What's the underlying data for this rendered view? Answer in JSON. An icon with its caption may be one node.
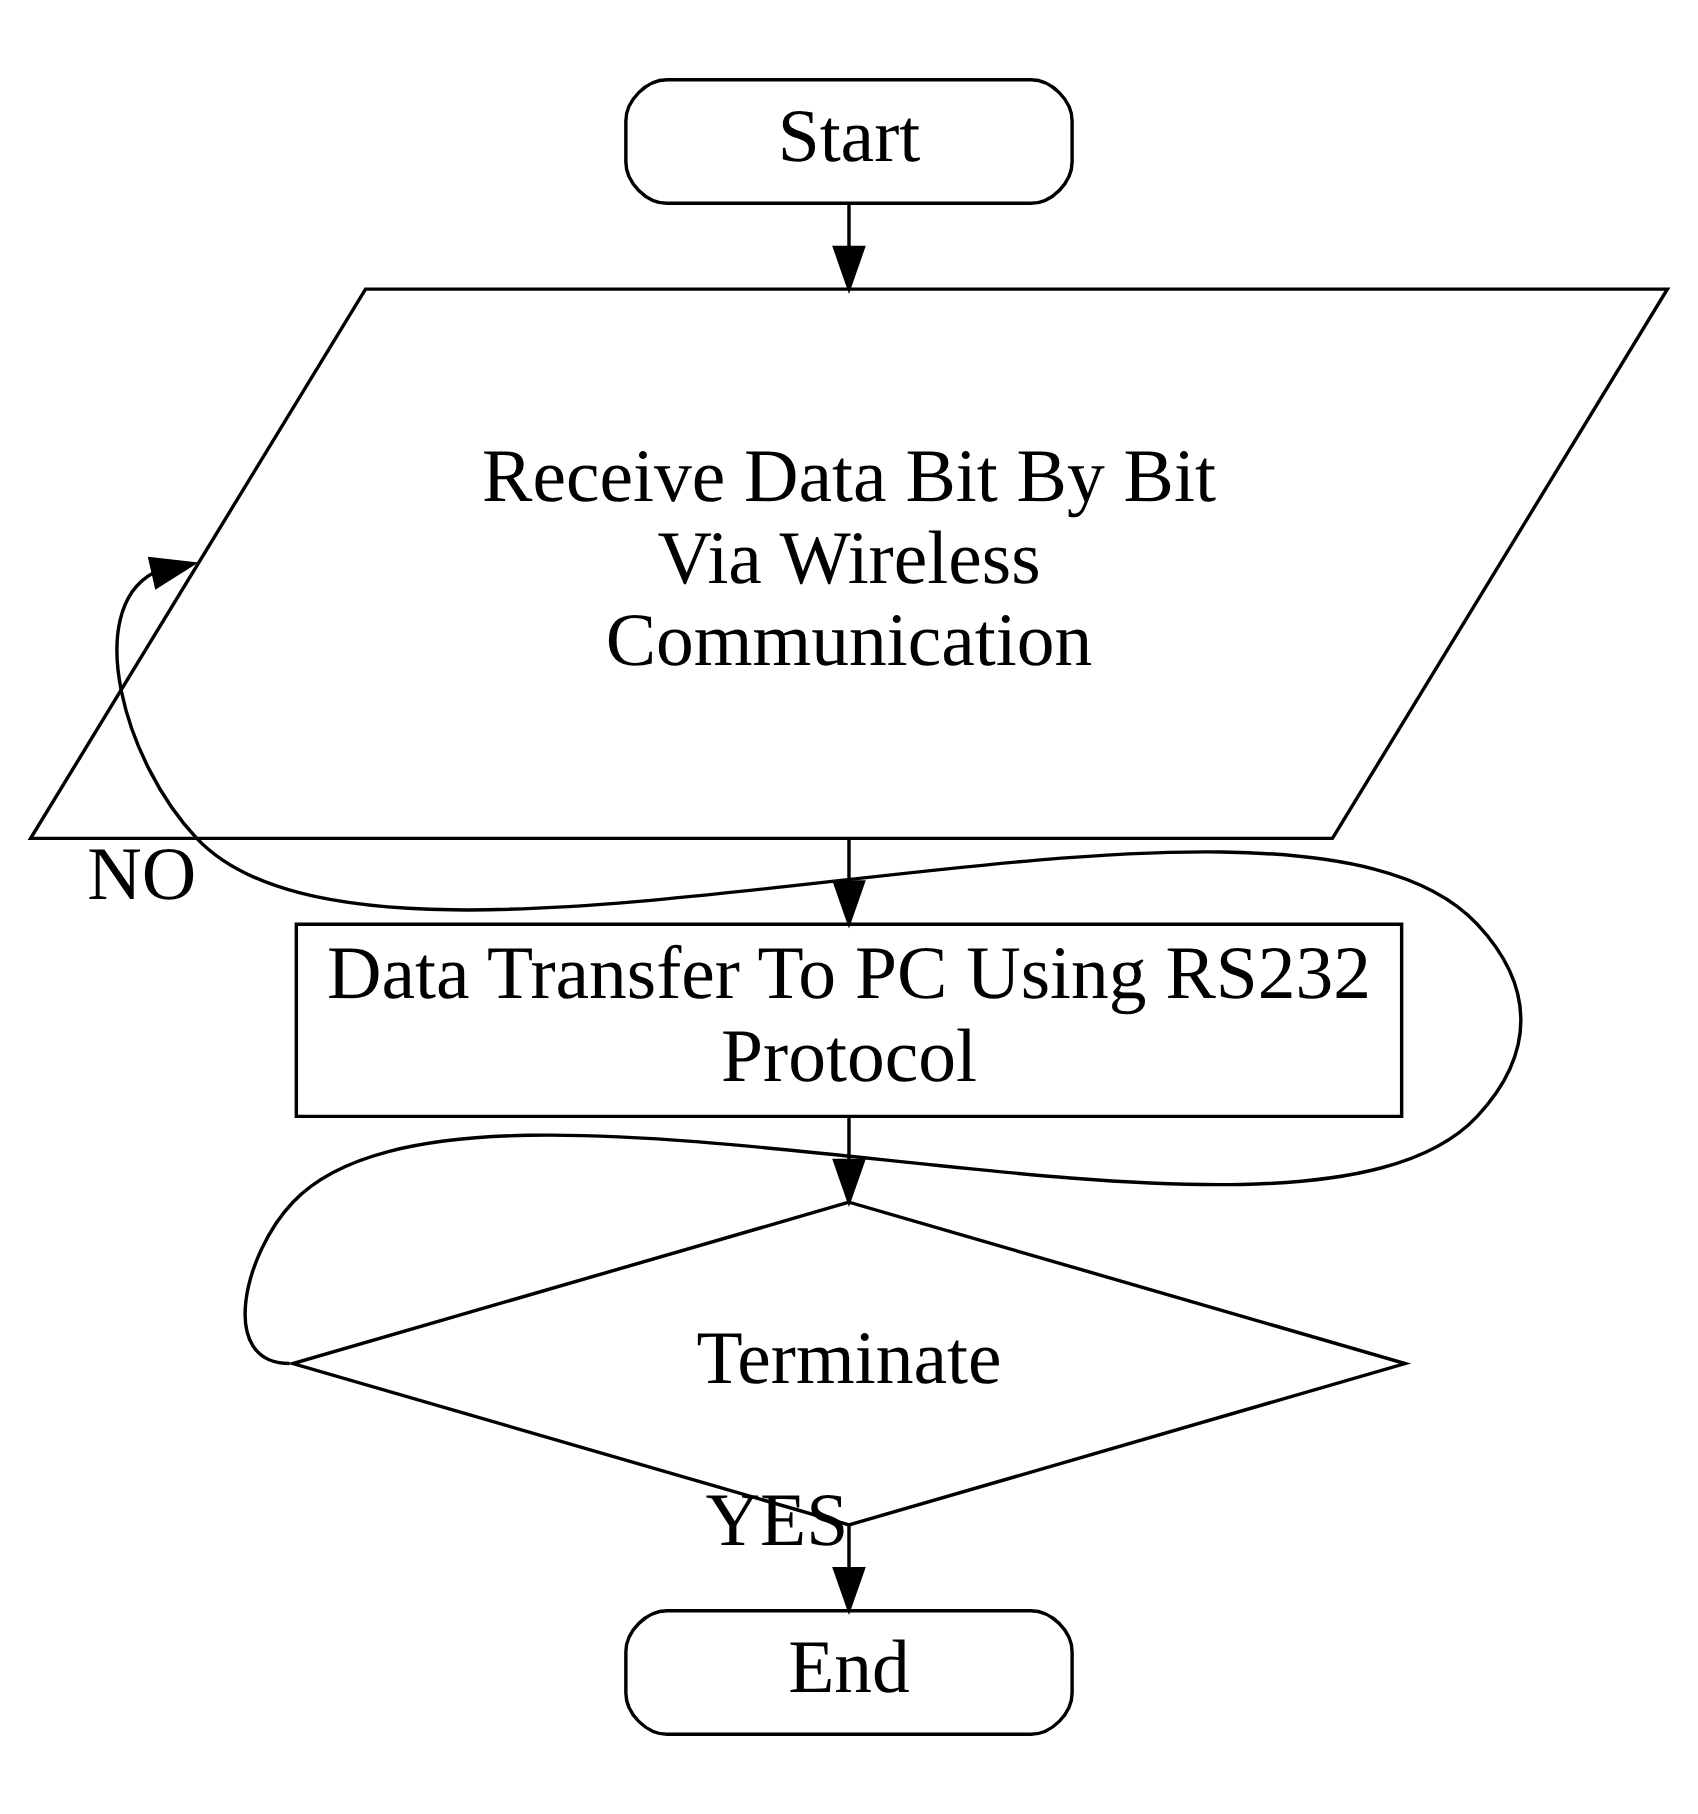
{
  "diagram": {
    "nodes": [
      {
        "text": [
          "Start"
        ]
      },
      {
        "text": [
          "Receive Data Bit By Bit Via Wireless Communication"
        ]
      },
      {
        "text": [
          "Data Transfer To PC Using RS232 Protocol"
        ]
      },
      {
        "text": [
          "Terminate"
        ]
      },
      {
        "text": [
          "End"
        ]
      }
    ],
    "edges": [
      {
        "from": 0,
        "to": 1,
        "arrow": "to"
      },
      {
        "from": 1,
        "to": 2,
        "arrow": "to"
      },
      {
        "from": 2,
        "to": 3,
        "arrow": "to"
      },
      {
        "from": 3,
        "to": 1,
        "arrow": "to",
        "label": "NO"
      },
      {
        "from": 3,
        "to": 4,
        "arrow": "to",
        "label": "YES"
      }
    ]
  }
}
